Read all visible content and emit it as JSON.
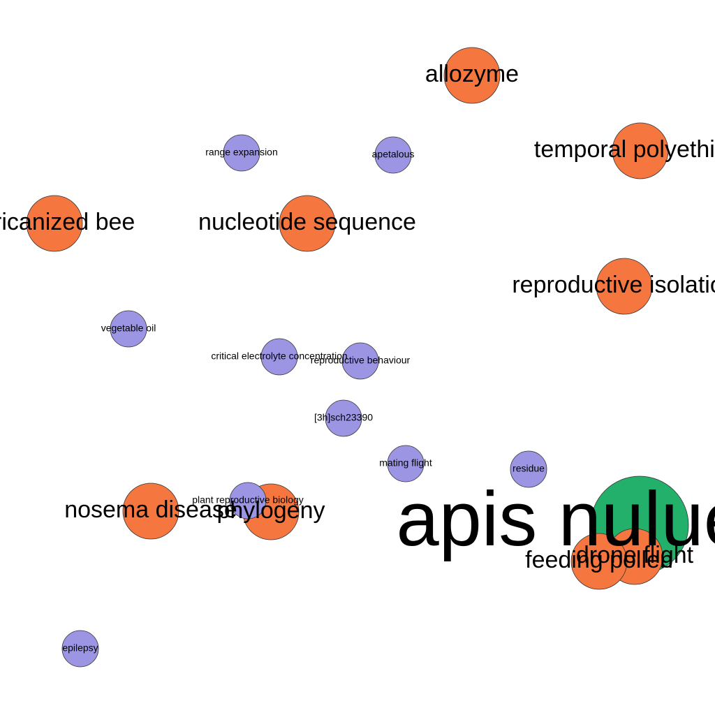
{
  "colors": {
    "minor": "#9b95e3",
    "major": "#f5773f",
    "hub": "#23b06b",
    "outline": "#333333",
    "background": "#ffffff"
  },
  "nodes": [
    {
      "id": "allozyme",
      "label": "allozyme",
      "kind": "major"
    },
    {
      "id": "temporal",
      "label": "temporal polyethism",
      "kind": "major"
    },
    {
      "id": "range",
      "label": "range expansion",
      "kind": "minor"
    },
    {
      "id": "apetalous",
      "label": "apetalous",
      "kind": "minor"
    },
    {
      "id": "africanized",
      "label": "africanized bee",
      "kind": "major"
    },
    {
      "id": "nucleotide",
      "label": "nucleotide sequence",
      "kind": "major"
    },
    {
      "id": "reproiso",
      "label": "reproductive isolation",
      "kind": "major"
    },
    {
      "id": "vegoil",
      "label": "vegetable oil",
      "kind": "minor"
    },
    {
      "id": "crit",
      "label": "critical electrolyte concentration",
      "kind": "minor"
    },
    {
      "id": "reprobeh",
      "label": "reproductive behaviour",
      "kind": "minor"
    },
    {
      "id": "sch",
      "label": "[3h]sch23390",
      "kind": "minor"
    },
    {
      "id": "mating",
      "label": "mating flight",
      "kind": "minor"
    },
    {
      "id": "residue",
      "label": "residue",
      "kind": "minor"
    },
    {
      "id": "nosema",
      "label": "nosema disease",
      "kind": "major"
    },
    {
      "id": "phylogeny",
      "label": "phylogeny",
      "kind": "major"
    },
    {
      "id": "plantrepro",
      "label": "plant reproductive biology",
      "kind": "minor"
    },
    {
      "id": "apis",
      "label": "apis nuluensis",
      "kind": "hub"
    },
    {
      "id": "drone",
      "label": "drone flight",
      "kind": "major"
    },
    {
      "id": "feeding",
      "label": "feeding pollen",
      "kind": "major"
    },
    {
      "id": "epilepsy",
      "label": "epilepsy",
      "kind": "minor"
    }
  ]
}
